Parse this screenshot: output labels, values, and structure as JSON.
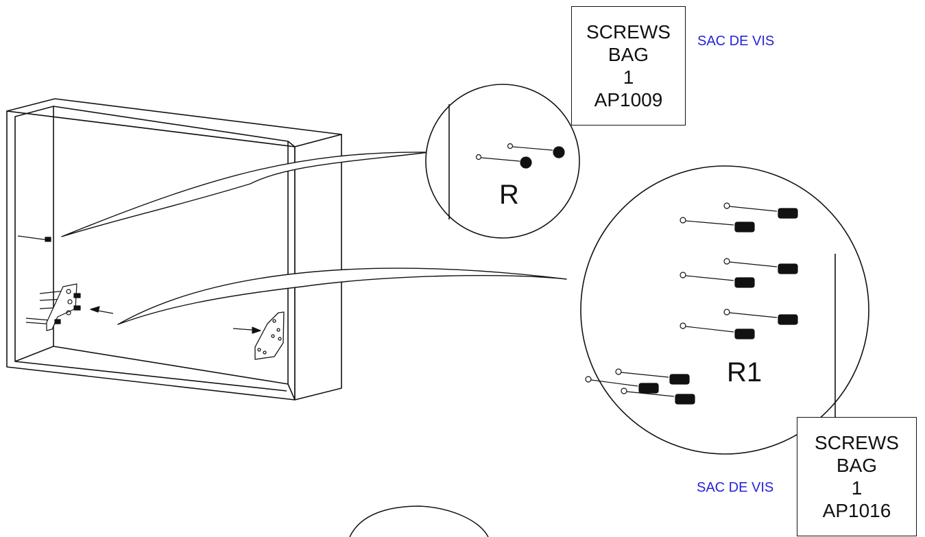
{
  "bag_top": {
    "lines": [
      "SCREWS",
      "BAG",
      "1",
      "AP1009"
    ],
    "translation": "SAC DE VIS"
  },
  "bag_bottom": {
    "lines": [
      "SCREWS",
      "BAG",
      "1",
      "AP1016"
    ],
    "translation": "SAC DE VIS"
  },
  "callouts": {
    "top_letter": "R",
    "bottom_letter": "R1"
  },
  "colors": {
    "line": "#111111",
    "translation_text": "#2323d6"
  }
}
